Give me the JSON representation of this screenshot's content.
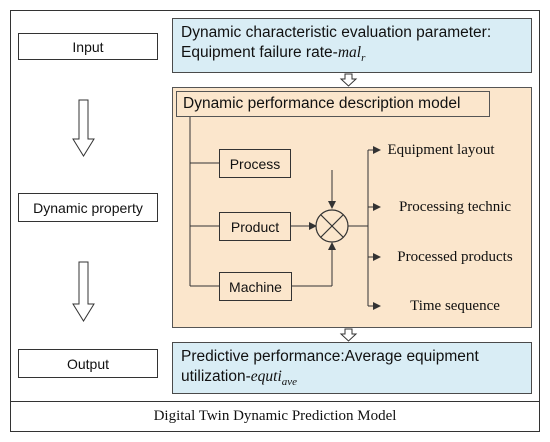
{
  "stages": {
    "input": "Input",
    "dynamic_property": "Dynamic property",
    "output": "Output"
  },
  "input_box": {
    "line1": "Dynamic characteristic evaluation parameter:",
    "line2_prefix": "Equipment failure rate-",
    "line2_var": "mal",
    "line2_sub": "r"
  },
  "model": {
    "title": "Dynamic performance description model",
    "inputs": [
      "Process",
      "Product",
      "Machine"
    ],
    "outputs": [
      "Equipment layout",
      "Processing technic",
      "Processed products",
      "Time sequence"
    ]
  },
  "output_box": {
    "line1": "Predictive performance:Average equipment",
    "line2_prefix": "utilization-",
    "line2_var": "equti",
    "line2_sub": "ave"
  },
  "footer": "Digital Twin Dynamic Prediction Model",
  "colors": {
    "blue_box": "#d9edf5",
    "orange_box": "#fbe6cc",
    "line": "#333333"
  }
}
